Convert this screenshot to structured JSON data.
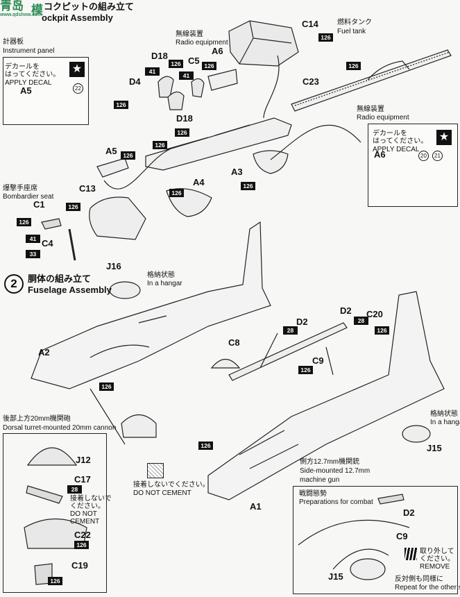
{
  "watermark": {
    "line1": "青岛",
    "line2": "www.qdshow.com",
    "line3": "模"
  },
  "step1": {
    "heading": "コクピットの組み立て",
    "heading_en": "ockpit Assembly"
  },
  "step2": {
    "number": "2",
    "heading": "胴体の組み立て",
    "heading_en": "Fuselage Assembly"
  },
  "instrument_panel": {
    "jp": "計器板",
    "en": "Instrument panel"
  },
  "decal_note_1": {
    "jp1": "デカールを",
    "jp2": "はってください。",
    "en": "APPLY DECAL",
    "decal_no": "22"
  },
  "decal_note_2": {
    "title_jp": "無線装置",
    "title_en": "Radio equipment",
    "jp": "デカールを",
    "jp2": "はってください。",
    "en": "APPLY DECAL",
    "part": "A6",
    "decal_a": "20",
    "decal_b": "21"
  },
  "radio_label": {
    "jp": "無線装置",
    "en": "Radio equipment"
  },
  "fuel_tank": {
    "part": "C14",
    "jp": "燃料タンク",
    "en": "Fuel tank"
  },
  "bombardier": {
    "jp": "爆撃手座席",
    "en": "Bombardier seat"
  },
  "parts_step1": [
    "A5",
    "D18",
    "C5",
    "A6",
    "D4",
    "D18",
    "C23",
    "A3",
    "A4",
    "C13",
    "C1",
    "C4"
  ],
  "colors_step1": [
    "126",
    "126",
    "41",
    "126",
    "41",
    "126",
    "126",
    "126",
    "126",
    "126",
    "126",
    "126",
    "126",
    "126",
    "41",
    "33"
  ],
  "hangar_label": {
    "jp": "格納状態",
    "en": "In a hangar"
  },
  "parts_step2": [
    "J16",
    "D2",
    "C20",
    "C8",
    "C9",
    "A2",
    "J15",
    "A1"
  ],
  "colors_step2": [
    "28",
    "126",
    "28",
    "126",
    "126",
    "126"
  ],
  "dorsal_turret": {
    "jp": "後部上方20mm機関砲",
    "en": "Dorsal turret-mounted 20mm cannon",
    "parts": [
      "J12",
      "C17",
      "C22",
      "C19"
    ],
    "colors": [
      "28",
      "126",
      "126"
    ]
  },
  "do_not_cement_1": {
    "jp1": "接着しないで",
    "jp2": "ください。",
    "en1": "DO NOT",
    "en2": "CEMENT"
  },
  "do_not_cement_2": {
    "jp": "接着しないでください。",
    "en": "DO NOT CEMENT"
  },
  "side_gun": {
    "jp": "側方12.7mm機関銃",
    "en1": "Side-mounted 12.7mm",
    "en2": "machine gun"
  },
  "combat_box": {
    "title_jp": "戦闘態勢",
    "title_en": "Preparations for combat",
    "parts": [
      "D2",
      "C9",
      "J15"
    ],
    "remove_jp1": "取り外して",
    "remove_jp2": "ください。",
    "remove_en": "REMOVE",
    "repeat_jp": "反対側も同様に",
    "repeat_en": "Repeat for the other side"
  },
  "hangar_label_2": {
    "jp": "格納状態",
    "en": "In a hangar"
  }
}
